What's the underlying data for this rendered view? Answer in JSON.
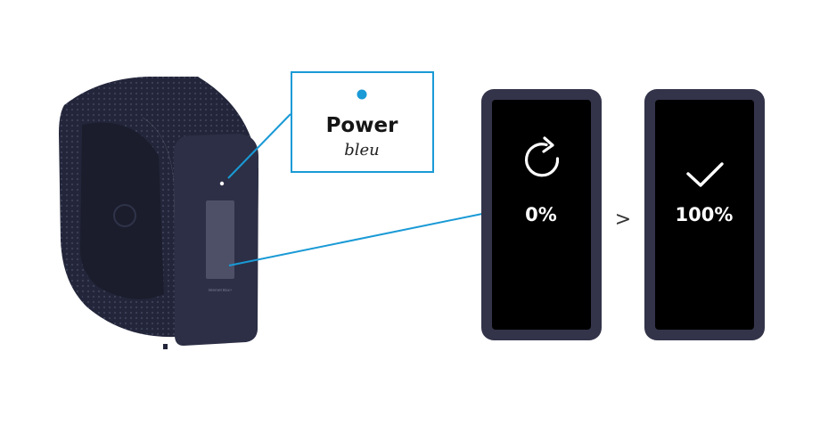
{
  "callout": {
    "title": "Power",
    "subtitle": "bleu",
    "indicator_color": "#1a9ad6"
  },
  "router": {
    "brand_text": "Internet Box+"
  },
  "screens": [
    {
      "label": "0%",
      "icon": "refresh-icon"
    },
    {
      "label": "100%",
      "icon": "checkmark-icon"
    }
  ],
  "separator": ">",
  "colors": {
    "accent": "#1a9ad6",
    "device_body": "#2a2d42",
    "screen_bg": "#000000",
    "screen_frame": "#33344a"
  }
}
